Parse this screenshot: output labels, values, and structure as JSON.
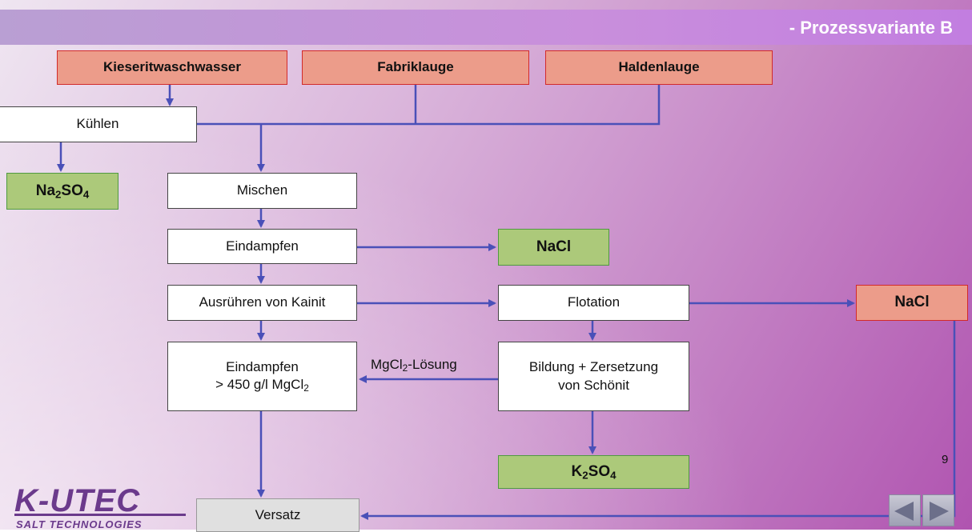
{
  "header": {
    "title": "- Prozessvariante B"
  },
  "inputs": {
    "kieserit": "Kieseritwaschwasser",
    "fabrik": "Fabriklauge",
    "halden": "Haldenlauge"
  },
  "process": {
    "kuehlen": "Kühlen",
    "mischen": "Mischen",
    "eindampfen1": "Eindampfen",
    "ausruehren": "Ausrühren von Kainit",
    "eindampfen2_line1": "Eindampfen",
    "eindampfen2_line2_prefix": "> 450 g/l MgCl",
    "eindampfen2_line2_sub": "2",
    "flotation": "Flotation",
    "bildung_line1": "Bildung + Zersetzung",
    "bildung_line2": "von Schönit",
    "versatz": "Versatz"
  },
  "products": {
    "na2so4_a": "Na",
    "na2so4_s1": "2",
    "na2so4_b": "SO",
    "na2so4_s2": "4",
    "nacl1": "NaCl",
    "nacl2": "NaCl",
    "k2so4_a": "K",
    "k2so4_s1": "2",
    "k2so4_b": "SO",
    "k2so4_s2": "4"
  },
  "labels": {
    "mgcl2_prefix": "MgCl",
    "mgcl2_sub": "2",
    "mgcl2_suffix": "-Lösung"
  },
  "footer": {
    "page_number": "9",
    "logo_main": "K-UTEC",
    "logo_sub": "SALT TECHNOLOGIES"
  },
  "colors": {
    "input_fill": "#ec9c8a",
    "input_border": "#d22a2a",
    "product_fill": "#acc97a",
    "product_border": "#4f9a40",
    "arrow": "#4a50b8",
    "header_text": "#ffffff"
  }
}
